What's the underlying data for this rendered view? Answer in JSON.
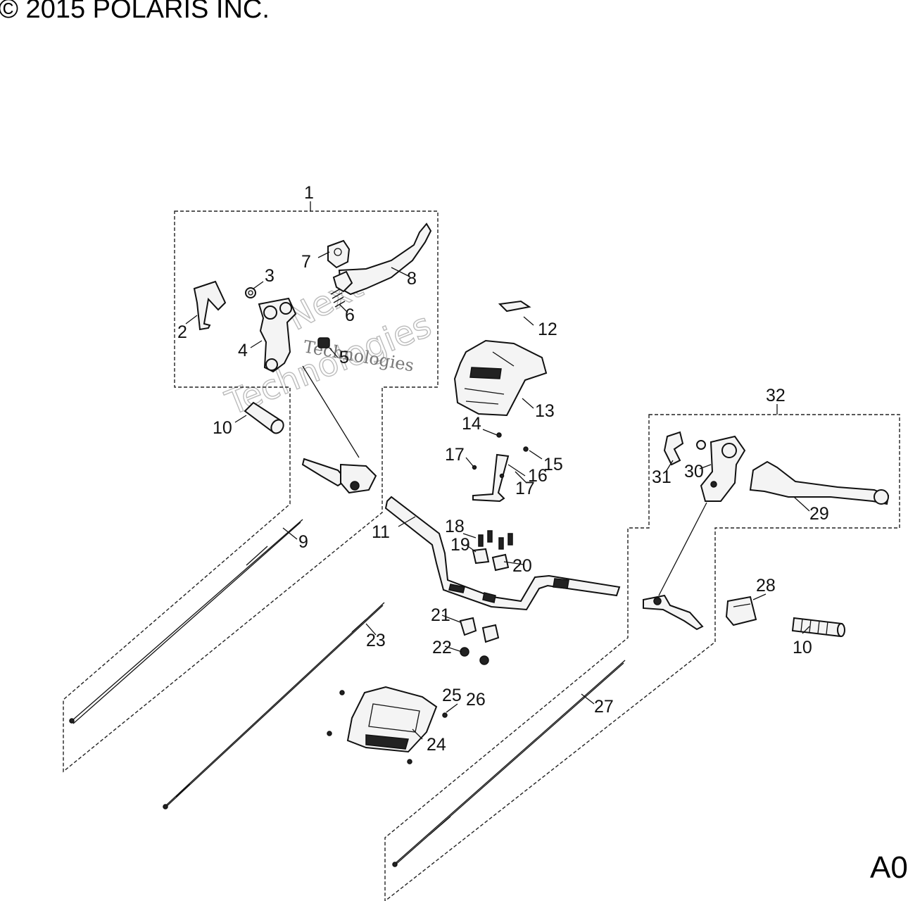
{
  "copyright": "© 2015 POLARIS INC.",
  "drawing_code": "A0",
  "watermark": {
    "line1": "Next",
    "line2": "Technologies",
    "line3": "Technologies"
  },
  "callouts": {
    "c1": "1",
    "c2": "2",
    "c3": "3",
    "c4": "4",
    "c5": "5",
    "c6": "6",
    "c7": "7",
    "c8": "8",
    "c9": "9",
    "c10a": "10",
    "c10b": "10",
    "c11": "11",
    "c12": "12",
    "c13": "13",
    "c14": "14",
    "c15": "15",
    "c16": "16",
    "c17a": "17",
    "c17b": "17",
    "c18": "18",
    "c19": "19",
    "c20": "20",
    "c21": "21",
    "c22": "22",
    "c23": "23",
    "c24": "24",
    "c25": "25",
    "c26": "26",
    "c27": "27",
    "c28": "28",
    "c29": "29",
    "c30": "30",
    "c31": "31",
    "c32": "32"
  }
}
